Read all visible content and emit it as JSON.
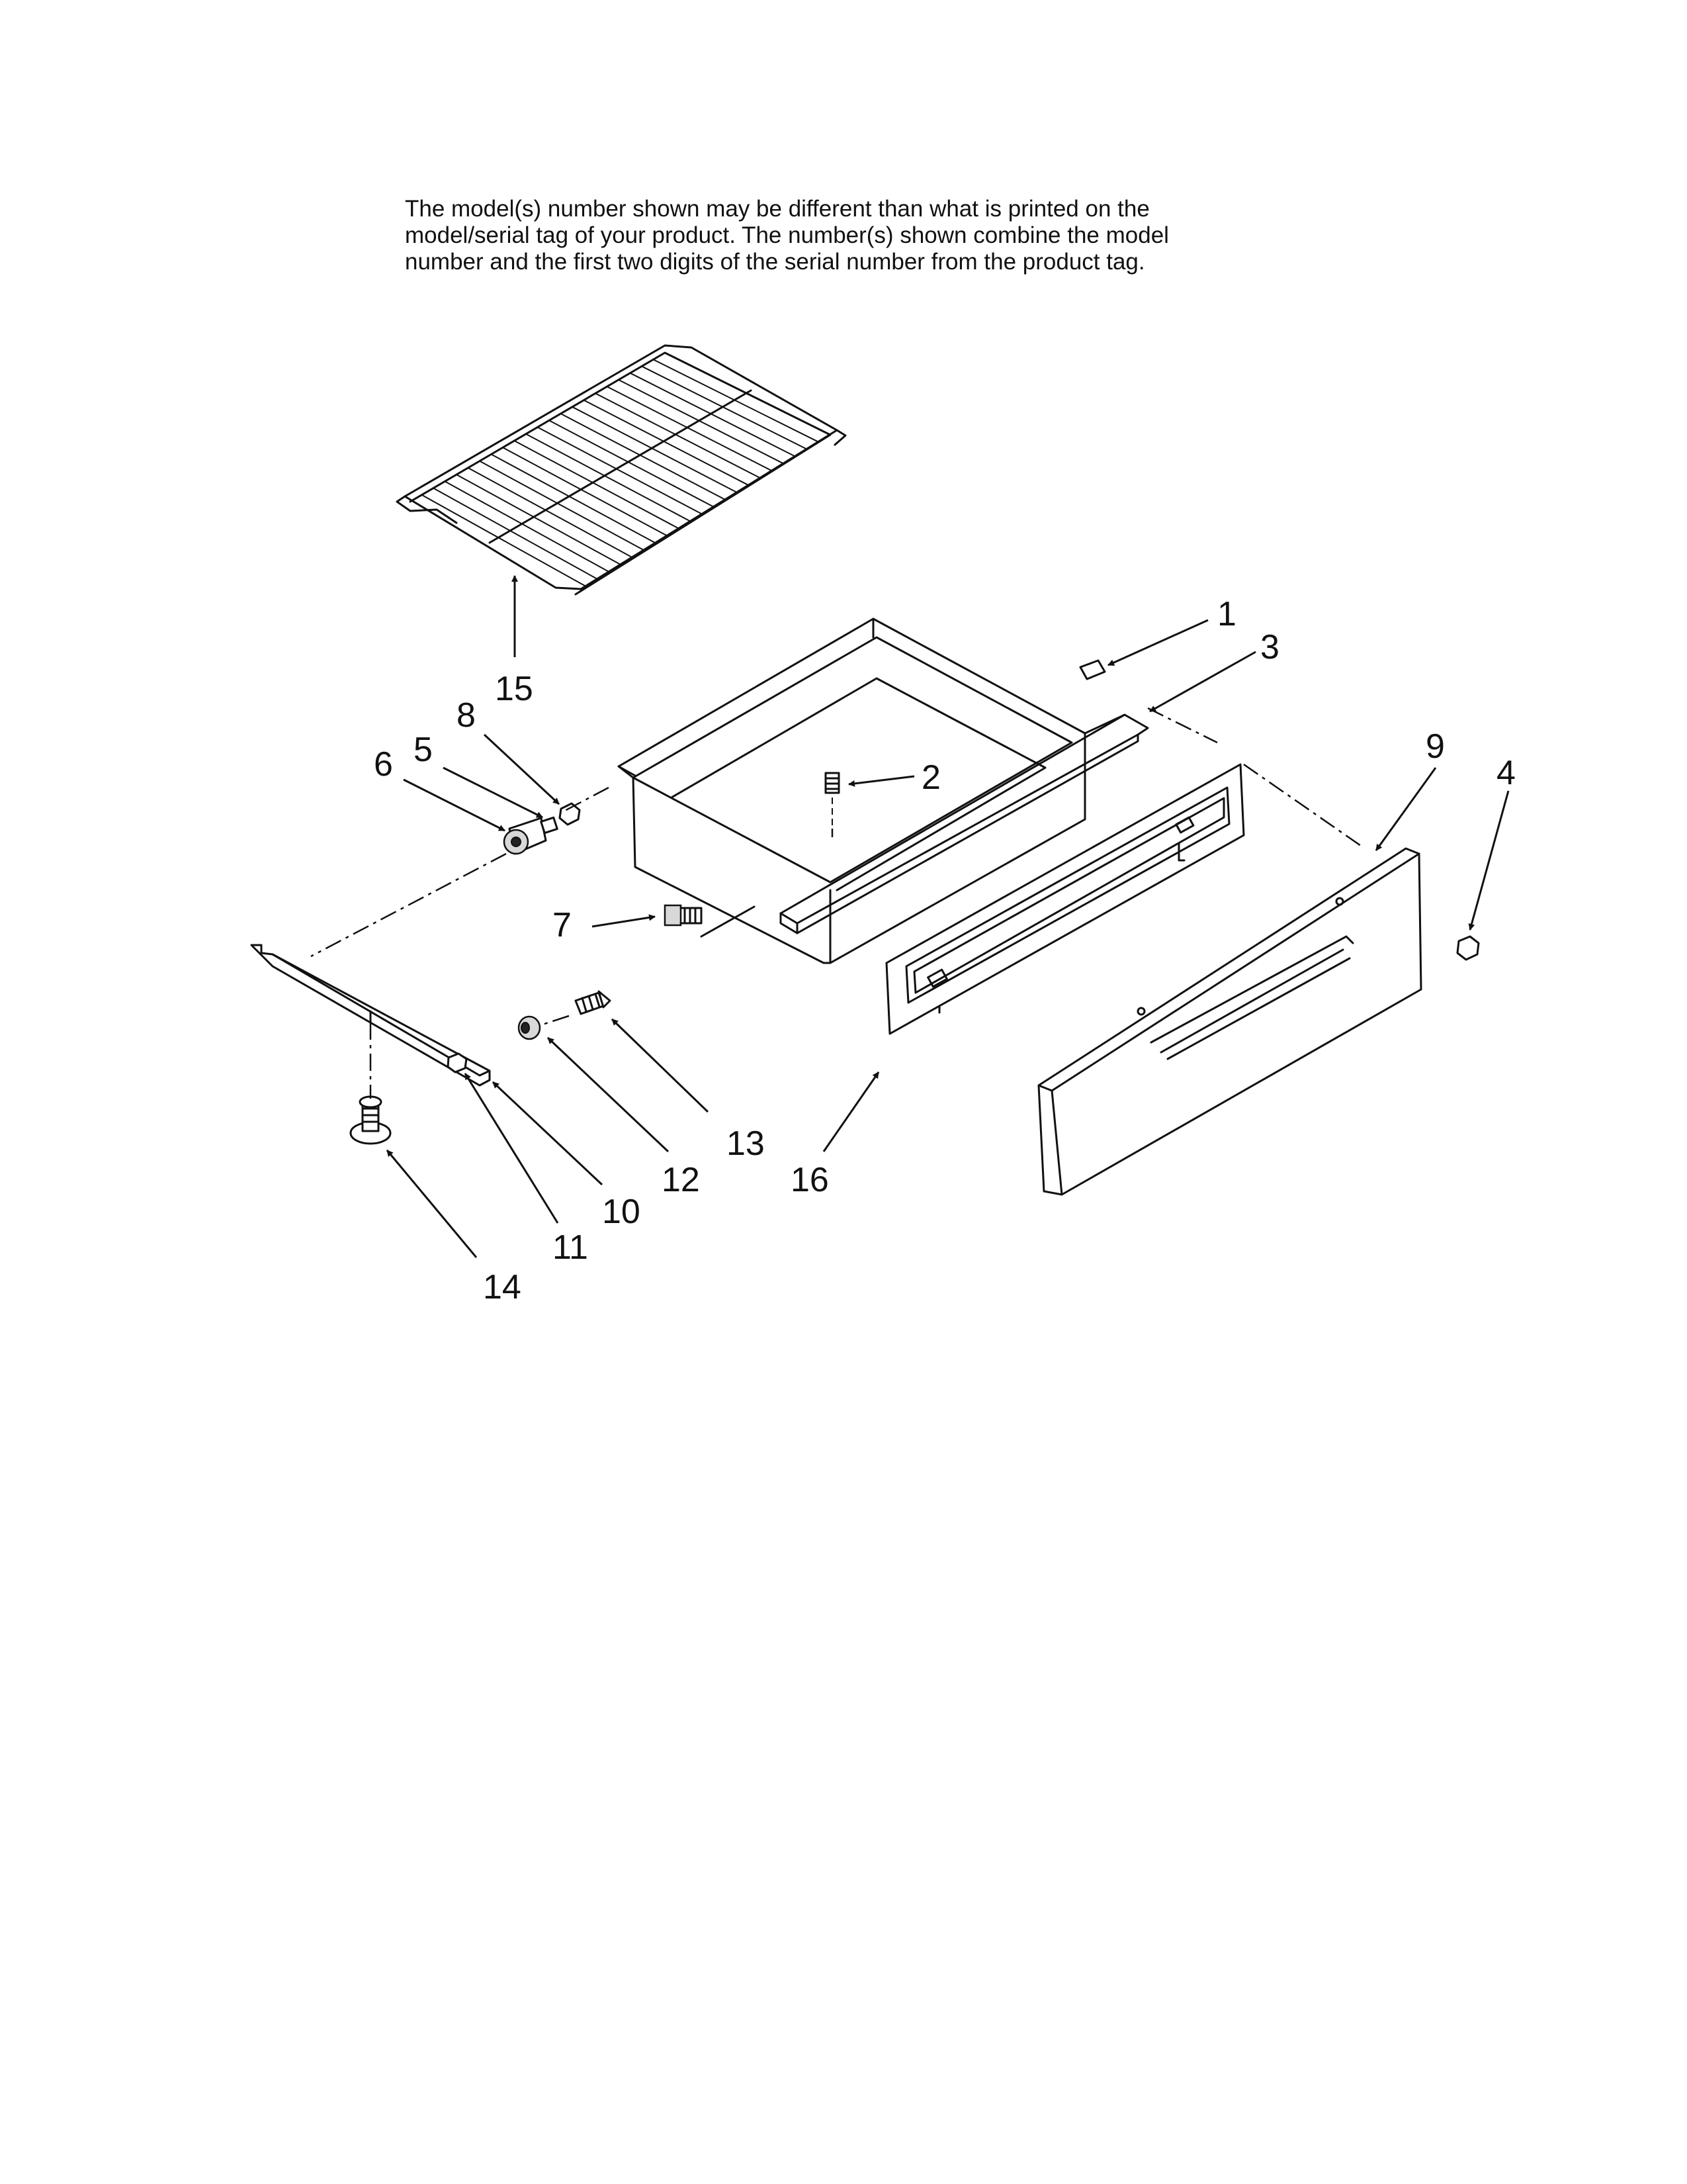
{
  "note": {
    "lines": [
      "The model(s) number shown may be different than what is printed on the",
      "model/serial tag of your product. The number(s) shown combine the model",
      "number and the first two digits of the serial number from the product tag."
    ]
  },
  "callouts": {
    "c1": "1",
    "c2": "2",
    "c3": "3",
    "c4": "4",
    "c5": "5",
    "c6": "6",
    "c7": "7",
    "c8": "8",
    "c9": "9",
    "c10": "10",
    "c11": "11",
    "c12": "12",
    "c13": "13",
    "c14": "14",
    "c15": "15",
    "c16": "16"
  }
}
